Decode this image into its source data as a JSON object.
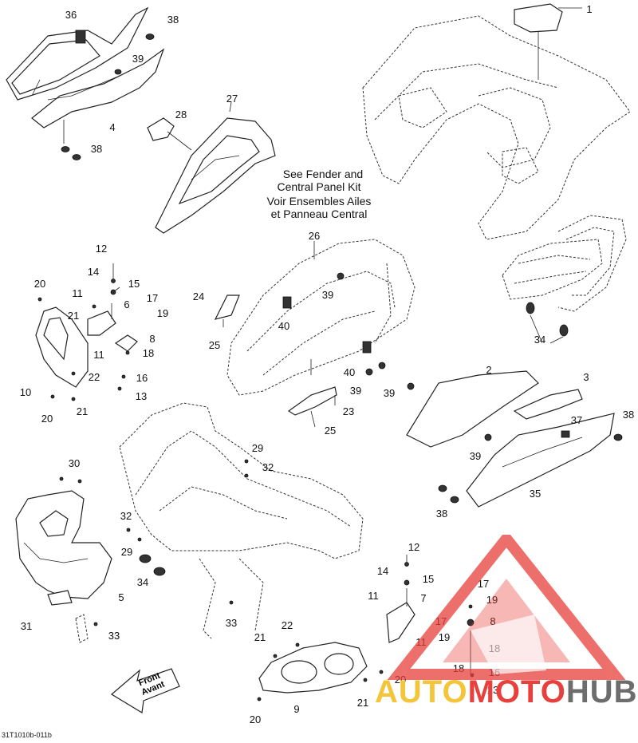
{
  "diagram": {
    "note_lines": [
      "See Fender and",
      "Central Panel Kit",
      "Voir Ensembles Ailes",
      "et Panneau Central"
    ],
    "front_label_lines": [
      "Front",
      "Avant"
    ],
    "figure_code": "31T1010b-011b",
    "callouts": [
      {
        "id": "c36",
        "text": "36"
      },
      {
        "id": "c38a",
        "text": "38"
      },
      {
        "id": "c39a",
        "text": "39"
      },
      {
        "id": "c4",
        "text": "4"
      },
      {
        "id": "c38b",
        "text": "38"
      },
      {
        "id": "c1",
        "text": "1"
      },
      {
        "id": "c27",
        "text": "27"
      },
      {
        "id": "c28",
        "text": "28"
      },
      {
        "id": "c26",
        "text": "26"
      },
      {
        "id": "c39b",
        "text": "39"
      },
      {
        "id": "c40a",
        "text": "40"
      },
      {
        "id": "c40b",
        "text": "40"
      },
      {
        "id": "c39c",
        "text": "39"
      },
      {
        "id": "c39d",
        "text": "39"
      },
      {
        "id": "c24",
        "text": "24"
      },
      {
        "id": "c25a",
        "text": "25"
      },
      {
        "id": "c23",
        "text": "23"
      },
      {
        "id": "c25b",
        "text": "25"
      },
      {
        "id": "c34a",
        "text": "34"
      },
      {
        "id": "c12a",
        "text": "12"
      },
      {
        "id": "c14a",
        "text": "14"
      },
      {
        "id": "c15a",
        "text": "15"
      },
      {
        "id": "c20a",
        "text": "20"
      },
      {
        "id": "c11a",
        "text": "11"
      },
      {
        "id": "c6",
        "text": "6"
      },
      {
        "id": "c17a",
        "text": "17"
      },
      {
        "id": "c21a",
        "text": "21"
      },
      {
        "id": "c19a",
        "text": "19"
      },
      {
        "id": "c8a",
        "text": "8"
      },
      {
        "id": "c11b",
        "text": "11"
      },
      {
        "id": "c18a",
        "text": "18"
      },
      {
        "id": "c22a",
        "text": "22"
      },
      {
        "id": "c16a",
        "text": "16"
      },
      {
        "id": "c10",
        "text": "10"
      },
      {
        "id": "c13a",
        "text": "13"
      },
      {
        "id": "c20b",
        "text": "20"
      },
      {
        "id": "c21b",
        "text": "21"
      },
      {
        "id": "c2",
        "text": "2"
      },
      {
        "id": "c3",
        "text": "3"
      },
      {
        "id": "c37",
        "text": "37"
      },
      {
        "id": "c38c",
        "text": "38"
      },
      {
        "id": "c39e",
        "text": "39"
      },
      {
        "id": "c35",
        "text": "35"
      },
      {
        "id": "c38d",
        "text": "38"
      },
      {
        "id": "c29a",
        "text": "29"
      },
      {
        "id": "c32a",
        "text": "32"
      },
      {
        "id": "c30",
        "text": "30"
      },
      {
        "id": "c32b",
        "text": "32"
      },
      {
        "id": "c29b",
        "text": "29"
      },
      {
        "id": "c34b",
        "text": "34"
      },
      {
        "id": "c5",
        "text": "5"
      },
      {
        "id": "c31",
        "text": "31"
      },
      {
        "id": "c33a",
        "text": "33"
      },
      {
        "id": "c33b",
        "text": "33"
      },
      {
        "id": "c12b",
        "text": "12"
      },
      {
        "id": "c14b",
        "text": "14"
      },
      {
        "id": "c15b",
        "text": "15"
      },
      {
        "id": "c11c",
        "text": "11"
      },
      {
        "id": "c7",
        "text": "7"
      },
      {
        "id": "c17b",
        "text": "17"
      },
      {
        "id": "c19b",
        "text": "19"
      },
      {
        "id": "c17c",
        "text": "17"
      },
      {
        "id": "c8b",
        "text": "8"
      },
      {
        "id": "c19c",
        "text": "19"
      },
      {
        "id": "c18b",
        "text": "18"
      },
      {
        "id": "c11d",
        "text": "11"
      },
      {
        "id": "c22b",
        "text": "22"
      },
      {
        "id": "c21c",
        "text": "21"
      },
      {
        "id": "c18c",
        "text": "18"
      },
      {
        "id": "c16b",
        "text": "16"
      },
      {
        "id": "c20c",
        "text": "20"
      },
      {
        "id": "c13b",
        "text": "13"
      },
      {
        "id": "c9",
        "text": "9"
      },
      {
        "id": "c21d",
        "text": "21"
      },
      {
        "id": "c20d",
        "text": "20"
      }
    ]
  },
  "watermark": {
    "brand_part1": "AUTO",
    "brand_part2": "MOTO",
    "brand_part3": "HUB",
    "colors": {
      "red": "#e8403c",
      "yellow": "#f3c53a",
      "gray": "#6d6d6d"
    }
  }
}
